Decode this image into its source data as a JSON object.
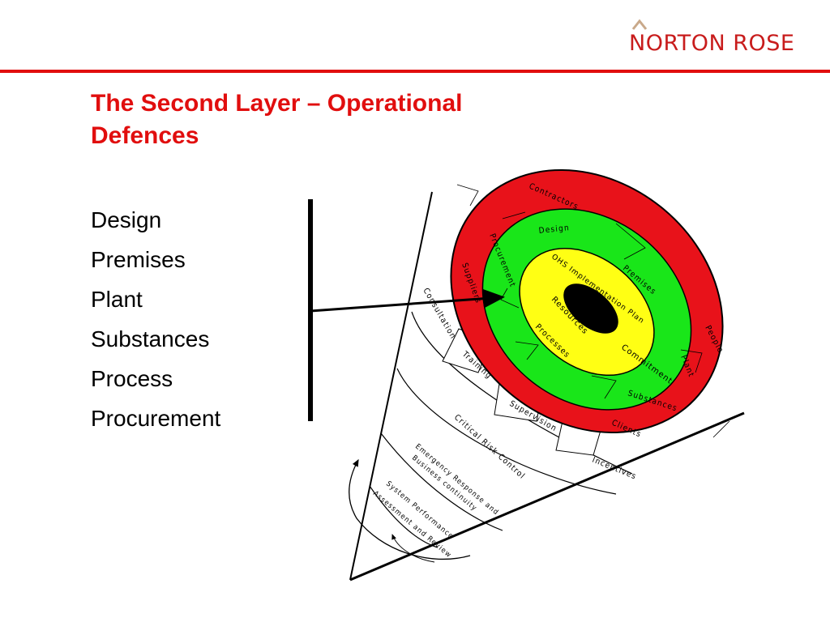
{
  "header": {
    "logo_text": "NORTON ROSE",
    "brand_color": "#e10e0e"
  },
  "slide": {
    "title_line1": "The Second Layer – Operational",
    "title_line2": "Defences",
    "items": [
      "Design",
      "Premises",
      "Plant",
      "Substances",
      "Process",
      "Procurement"
    ]
  },
  "diagram": {
    "ring_colors": {
      "outer": "#e8121a",
      "second": "#19e619",
      "third": "#ffff14",
      "core": "#000000"
    },
    "outer_ring_labels": [
      "Contractors",
      "Suppliers",
      "People",
      "Clients"
    ],
    "green_ring_labels": [
      "Design",
      "Procurement",
      "Premises",
      "Plant",
      "Substances",
      "Processes"
    ],
    "yellow_ring_labels": [
      "OHS Implementation Plan",
      "Resources",
      "Commitment"
    ],
    "cone_band_labels": [
      "Consultation",
      "Training",
      "Supervision",
      "Critical Risk Control",
      "Incentives",
      "Emergency Response and",
      "Business continuity",
      "System Performance",
      "Assessment and Review"
    ]
  }
}
